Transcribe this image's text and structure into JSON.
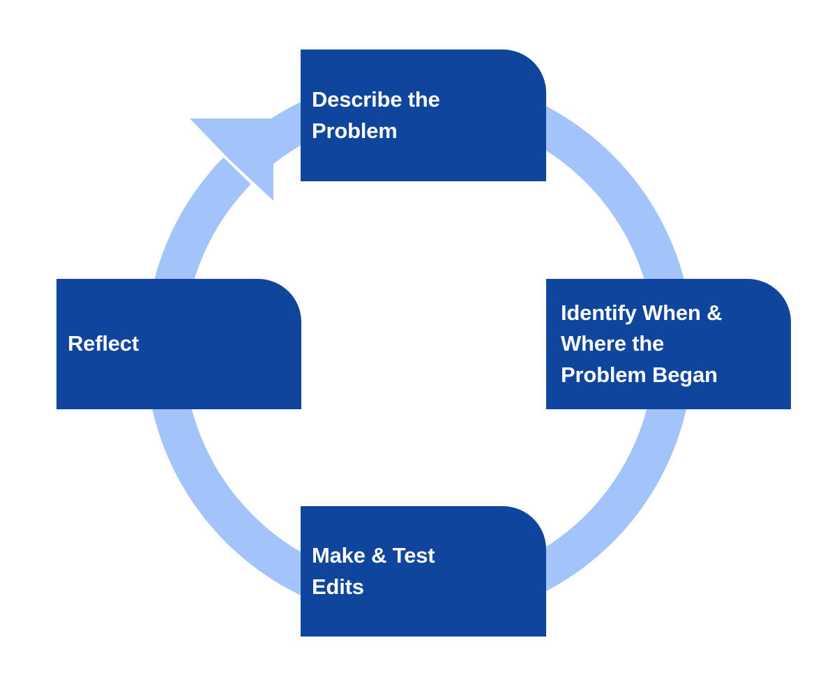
{
  "diagram": {
    "type": "cycle",
    "title": "",
    "colors": {
      "card_fill": "#0f459c",
      "card_text": "#ffffff",
      "arrow": "#a3c4fa",
      "background": "#ffffff"
    },
    "arrow": {
      "name": "clockwise-cycle-arrow",
      "direction": "clockwise",
      "head_position": "top-left"
    },
    "steps": [
      {
        "id": "describe",
        "order": 1,
        "label": "Describe the\nProblem",
        "position": "top"
      },
      {
        "id": "identify",
        "order": 2,
        "label": "Identify When &\nWhere the\nProblem Began",
        "position": "right"
      },
      {
        "id": "make-test",
        "order": 3,
        "label": "Make & Test\nEdits",
        "position": "bottom"
      },
      {
        "id": "reflect",
        "order": 4,
        "label": "Reflect",
        "position": "left"
      }
    ]
  }
}
